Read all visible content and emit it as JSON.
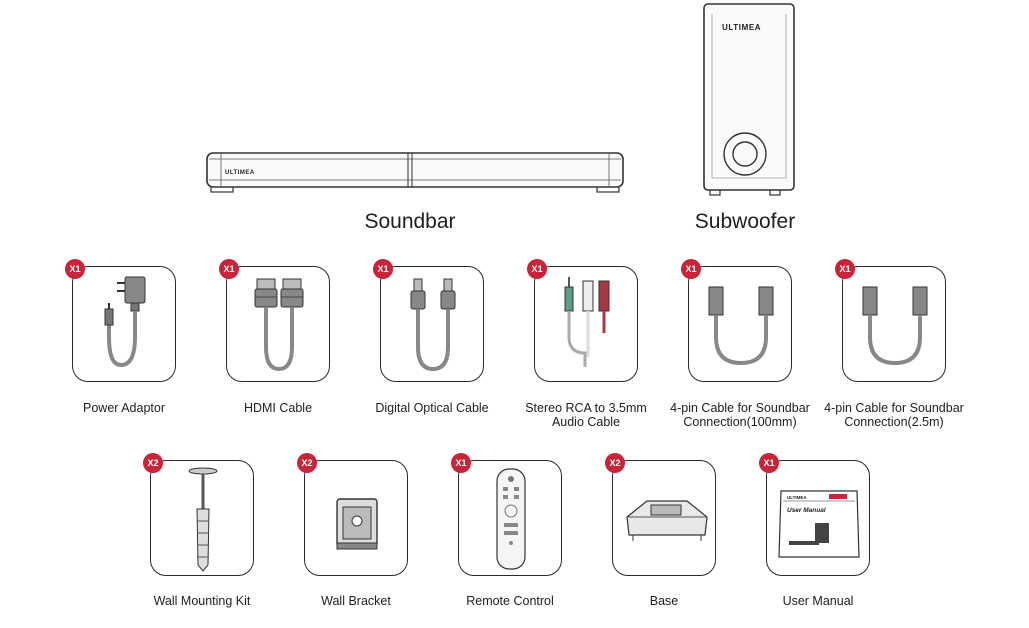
{
  "brand": "ULTIMEA",
  "main_products": [
    {
      "label": "Soundbar"
    },
    {
      "label": "Subwoofer"
    }
  ],
  "accessories_row1": [
    {
      "qty": "X1",
      "label": "Power Adaptor",
      "icon": "power-adaptor-icon"
    },
    {
      "qty": "X1",
      "label": "HDMI Cable",
      "icon": "hdmi-cable-icon"
    },
    {
      "qty": "X1",
      "label": "Digital Optical Cable",
      "icon": "optical-cable-icon"
    },
    {
      "qty": "X1",
      "label": "Stereo RCA to 3.5mm Audio Cable",
      "icon": "rca-cable-icon"
    },
    {
      "qty": "X1",
      "label": "4-pin Cable for Soundbar Connection(100mm)",
      "icon": "four-pin-cable-icon"
    },
    {
      "qty": "X1",
      "label": "4-pin Cable for Soundbar Connection(2.5m)",
      "icon": "four-pin-cable-icon"
    }
  ],
  "accessories_row2": [
    {
      "qty": "X2",
      "label": "Wall Mounting Kit",
      "icon": "screw-anchor-icon"
    },
    {
      "qty": "X2",
      "label": "Wall Bracket",
      "icon": "wall-bracket-icon"
    },
    {
      "qty": "X1",
      "label": "Remote Control",
      "icon": "remote-control-icon"
    },
    {
      "qty": "X2",
      "label": "Base",
      "icon": "base-stand-icon"
    },
    {
      "qty": "X1",
      "label": "User Manual",
      "icon": "user-manual-icon"
    }
  ],
  "manual": {
    "brand": "ULTIMEA",
    "title": "User Manual"
  }
}
